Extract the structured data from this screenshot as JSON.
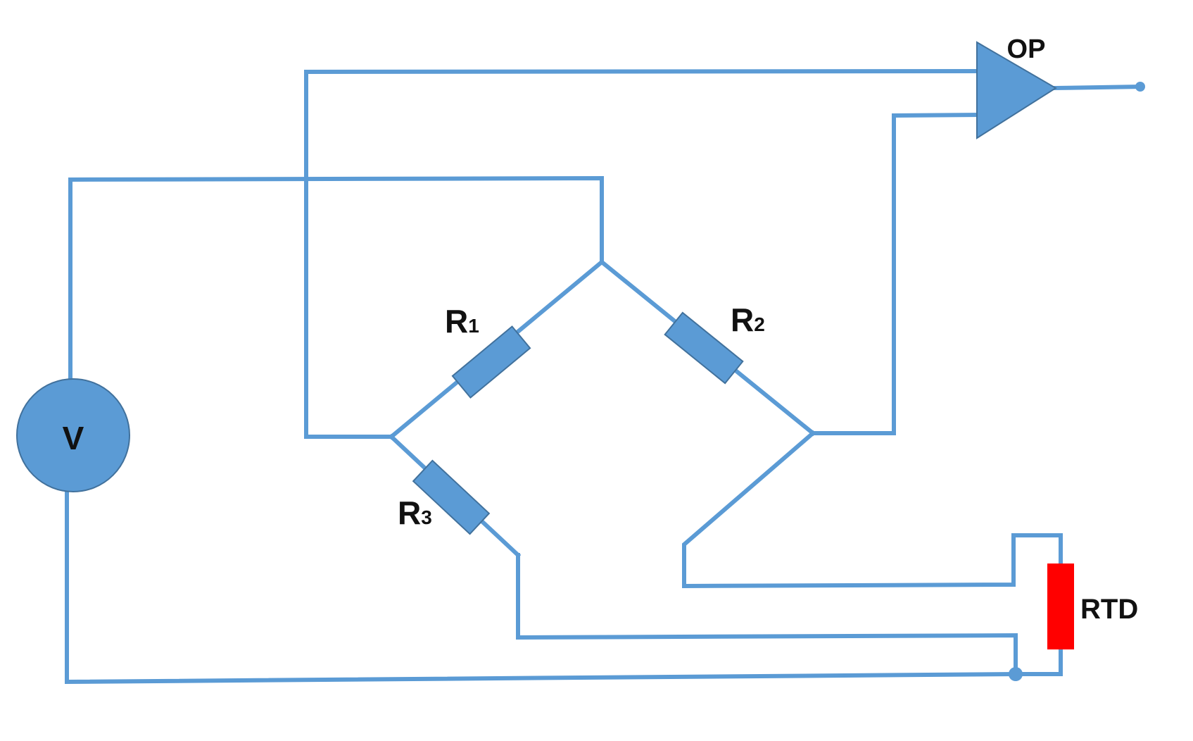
{
  "colors": {
    "wire": "#5b9bd5",
    "component_fill": "#5b9bd5",
    "component_stroke": "#41719c",
    "rtd": "#ff0000",
    "text": "#111111",
    "background": "#ffffff"
  },
  "labels": {
    "voltage_source": "V",
    "op_amp": "OP",
    "r1_main": "R",
    "r1_sub": "1",
    "r2_main": "R",
    "r2_sub": "2",
    "r3_main": "R",
    "r3_sub": "3",
    "rtd": "RTD"
  }
}
